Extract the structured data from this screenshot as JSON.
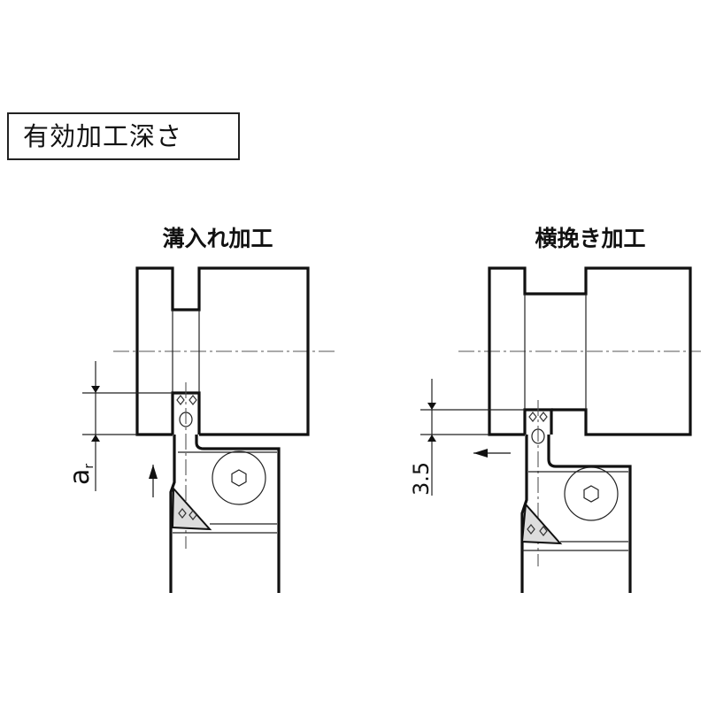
{
  "title": "有効加工深さ",
  "figures": [
    {
      "label": "溝入れ加工",
      "dimension_symbol": "a",
      "dimension_subscript": "r",
      "feed_direction": "up"
    },
    {
      "label": "横挽き加工",
      "dimension_value": "3.5",
      "feed_direction": "left"
    }
  ],
  "colors": {
    "line": "#111111",
    "background": "#ffffff"
  }
}
